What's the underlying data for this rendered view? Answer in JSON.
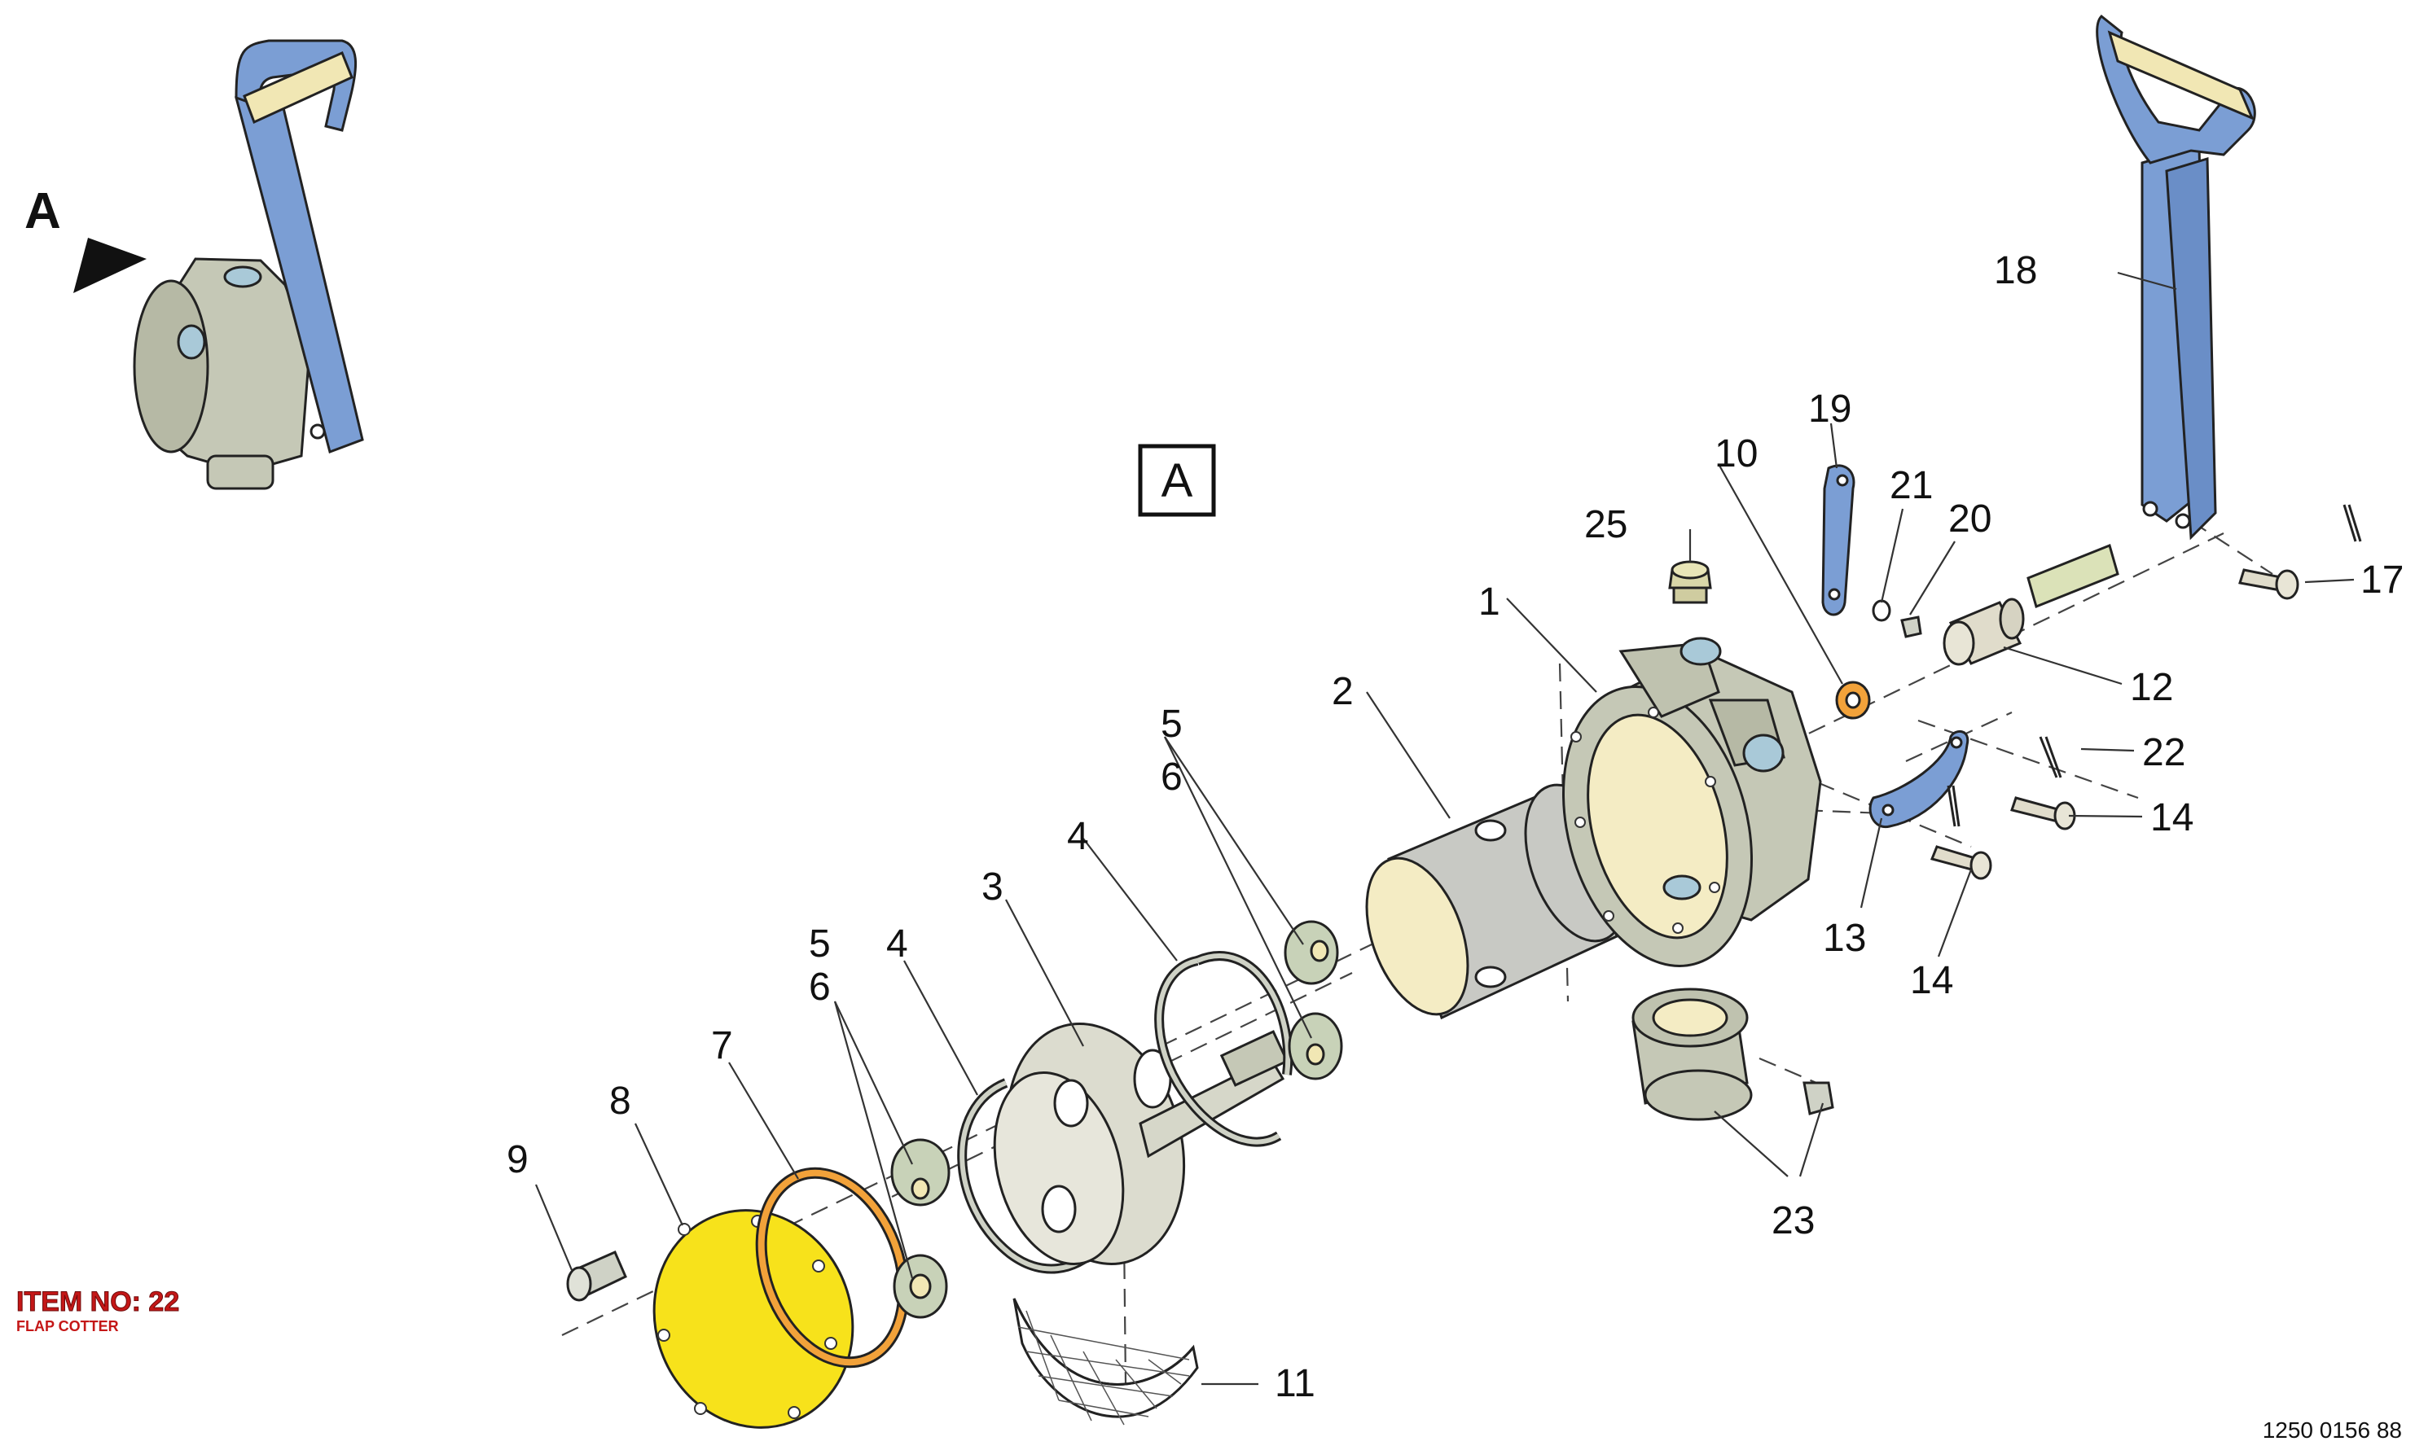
{
  "view_marker": "A",
  "view_box_label": "A",
  "callouts": {
    "c1": "1",
    "c2": "2",
    "c3": "3",
    "c4a": "4",
    "c4b": "4",
    "c5a": "5",
    "c5b": "5",
    "c6a": "6",
    "c6b": "6",
    "c7": "7",
    "c8": "8",
    "c9": "9",
    "c10": "10",
    "c11": "11",
    "c12": "12",
    "c13": "13",
    "c14a": "14",
    "c14b": "14",
    "c17": "17",
    "c18": "18",
    "c19": "19",
    "c20": "20",
    "c21": "21",
    "c22": "22",
    "c23": "23",
    "c25": "25"
  },
  "item_info": {
    "title": "ITEM NO: 22",
    "subtitle": "FLAP COTTER"
  },
  "reference_number": "1250 0156 88",
  "colors": {
    "handle_blue": "#7b9ed4",
    "grip": "#f1e7b4",
    "housing": "#c5c8b6",
    "cover_yellow": "#f7e21b",
    "oring_orange": "#f2a23a",
    "liner": "#f4ecc4",
    "valve_green": "#c8d2b8",
    "bracket_blue": "#7b9ed4",
    "screw_grey": "#cfd2c6"
  }
}
